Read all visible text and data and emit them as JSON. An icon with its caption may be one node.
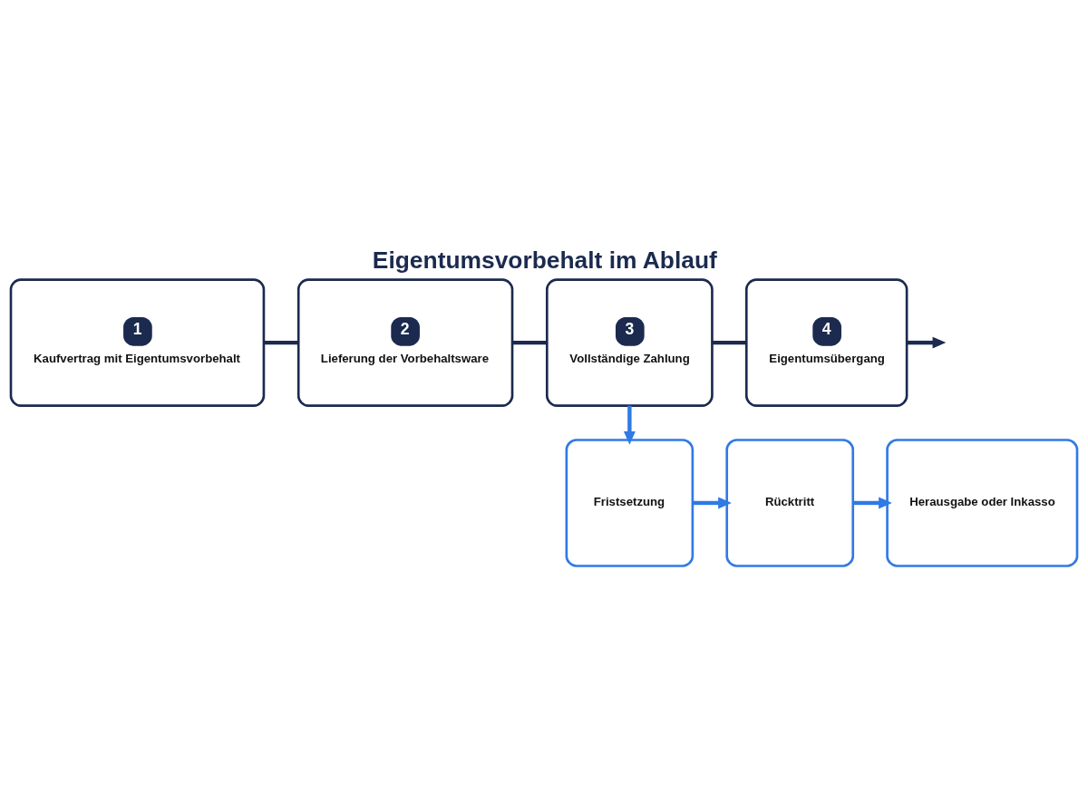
{
  "diagram": {
    "title": "Eigentumsvorbehalt im Ablauf",
    "nodes": [
      {
        "text": [
          "1",
          "Kaufvertrag mit Eigentumsvorbehalt"
        ]
      },
      {
        "text": [
          "2",
          "Lieferung der Vorbehaltsware"
        ]
      },
      {
        "text": [
          "3",
          "Vollständige Zahlung"
        ]
      },
      {
        "text": [
          "4",
          "Eigentumsübergang"
        ]
      },
      {
        "text": [
          "Fristsetzung"
        ]
      },
      {
        "text": [
          "Rücktritt"
        ]
      },
      {
        "text": [
          "Herausgabe oder Inkasso"
        ]
      }
    ],
    "edges": [
      {
        "from": 0,
        "to": 1,
        "arrow": "none"
      },
      {
        "from": 1,
        "to": 2,
        "arrow": "none"
      },
      {
        "from": 2,
        "to": 3,
        "arrow": "none"
      },
      {
        "from": 3,
        "to": null,
        "arrow": "to"
      },
      {
        "from": 2,
        "to": 4,
        "arrow": "to",
        "color": "#2f7ae5"
      },
      {
        "from": 4,
        "to": 5,
        "arrow": "to",
        "color": "#2f7ae5"
      },
      {
        "from": 5,
        "to": 6,
        "arrow": "to",
        "color": "#2f7ae5"
      }
    ]
  }
}
